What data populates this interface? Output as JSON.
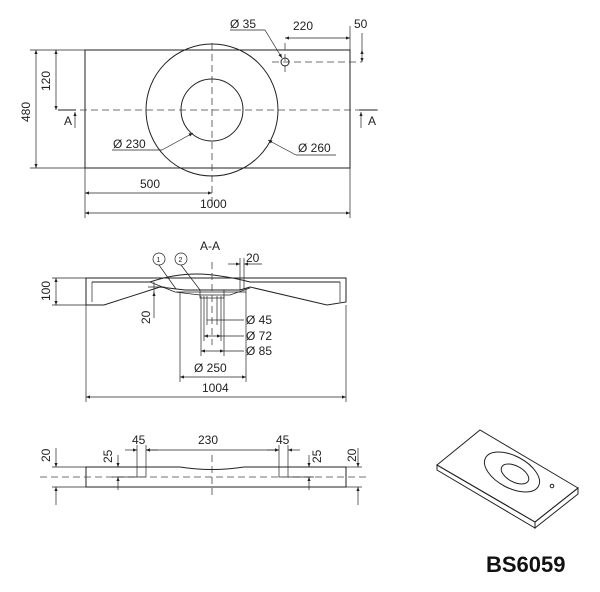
{
  "model_code": "BS6059",
  "top_view": {
    "dim_tap_diameter": "Ø 35",
    "dim_tap_from_edge": "220",
    "dim_tap_offset": "50",
    "dim_top_to_center": "120",
    "dim_depth": "480",
    "dim_bowl_inner": "Ø 230",
    "dim_bowl_outer": "Ø 260",
    "dim_center_from_left": "500",
    "dim_total_width": "1000",
    "section_mark_left": "A",
    "section_mark_right": "A"
  },
  "section_view": {
    "label": "A-A",
    "marker_1": "1",
    "marker_2": "2",
    "dim_top_offset": "20",
    "dim_height": "100",
    "dim_thickness": "20",
    "dim_d45": "Ø 45",
    "dim_d72": "Ø 72",
    "dim_d85": "Ø 85",
    "dim_d250": "Ø 250",
    "dim_total_width": "1004"
  },
  "bottom_view": {
    "dim_left_20": "20",
    "dim_left_25": "25",
    "dim_left_45": "45",
    "dim_center_230": "230",
    "dim_right_45": "45",
    "dim_right_25": "25",
    "dim_right_20": "20"
  }
}
